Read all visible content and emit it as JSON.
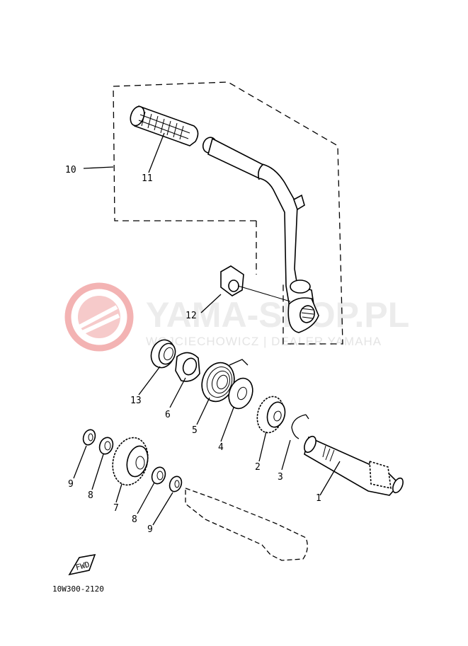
{
  "watermark": {
    "brand": "YAMA-SHOP.PL",
    "dealer": "WOJCIECHOWICZ | DEALER YAMAHA",
    "logo_color": "#e24a4a"
  },
  "diagram_code": "10W300-2120",
  "fwd_label": "FWD",
  "callouts": {
    "c1": "1",
    "c2": "2",
    "c3": "3",
    "c4": "4",
    "c5": "5",
    "c6": "6",
    "c7": "7",
    "c8a": "8",
    "c8b": "8",
    "c9a": "9",
    "c9b": "9",
    "c10": "10",
    "c11": "11",
    "c12": "12",
    "c13": "13"
  }
}
